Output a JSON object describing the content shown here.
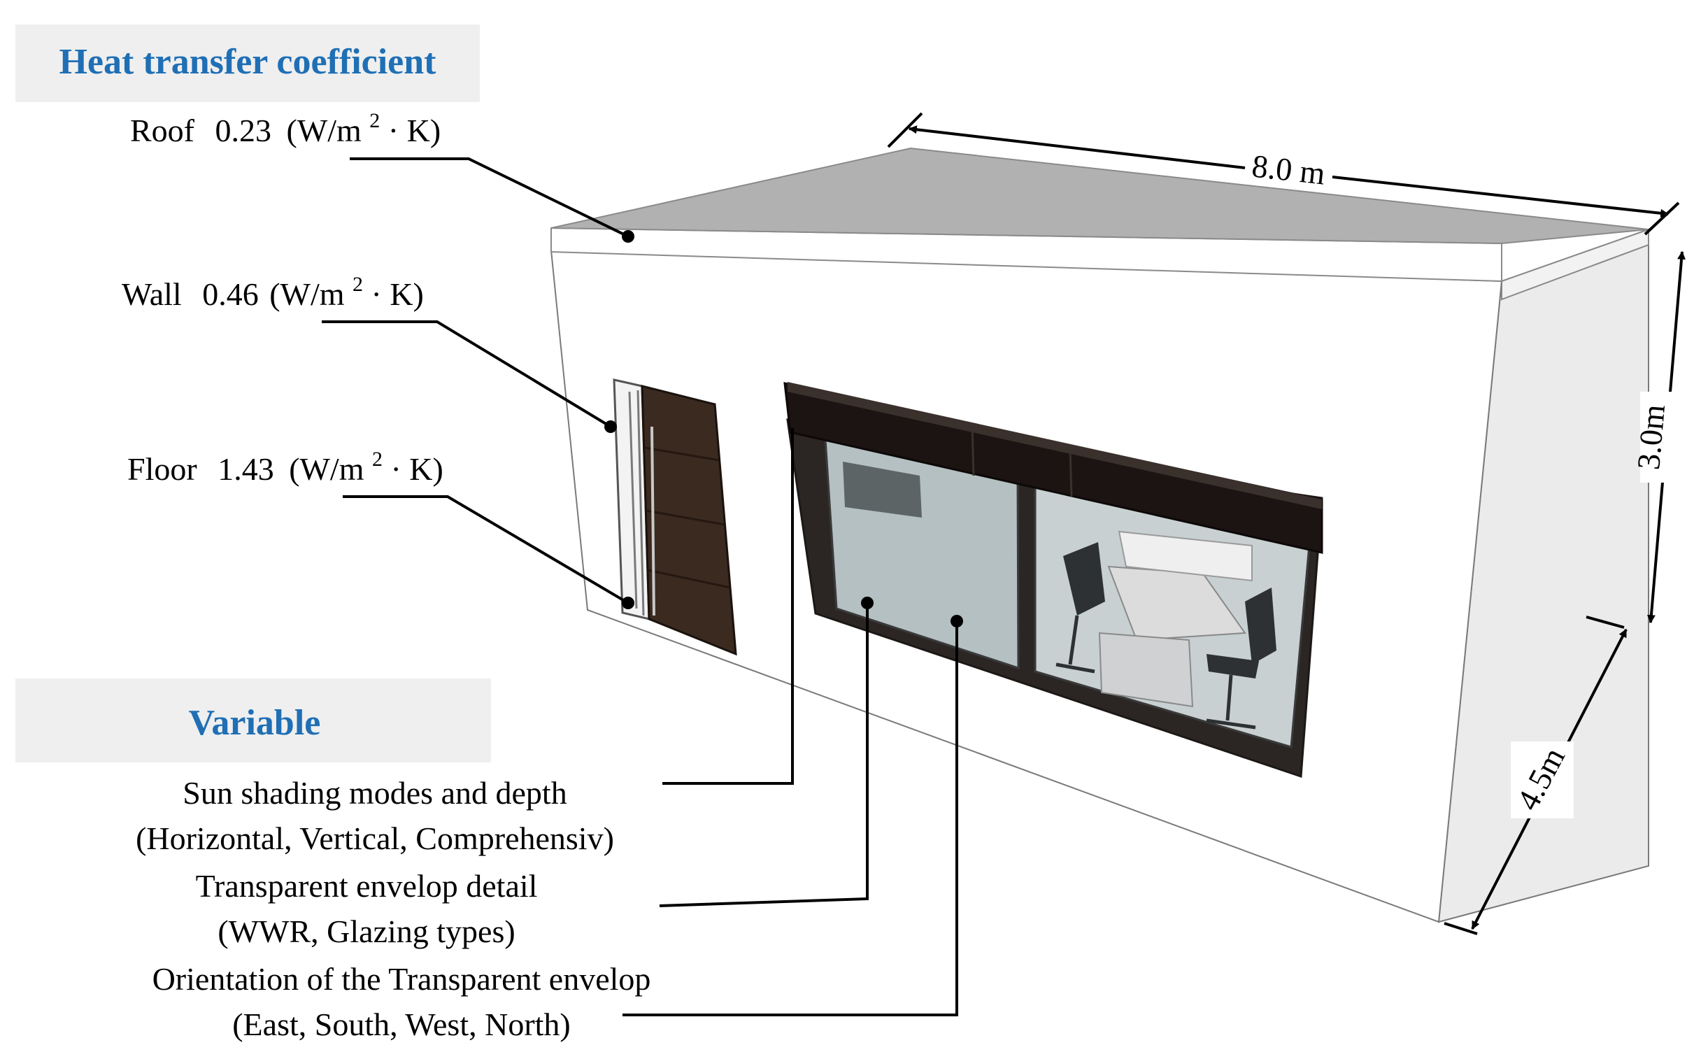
{
  "heat_section": {
    "title": "Heat transfer coefficient",
    "roof": {
      "label": "Roof",
      "value": "0.23",
      "unit_pre": "(W/m",
      "unit_sup": "2",
      "unit_post": "· K)"
    },
    "wall": {
      "label": "Wall",
      "value": "0.46",
      "unit_pre": "(W/m",
      "unit_sup": "2",
      "unit_post": "· K)"
    },
    "floor": {
      "label": "Floor",
      "value": "1.43",
      "unit_pre": "(W/m",
      "unit_sup": "2",
      "unit_post": "· K)"
    }
  },
  "variable_section": {
    "title": "Variable",
    "items": [
      {
        "line1": "Sun shading modes and depth",
        "line2": "(Horizontal, Vertical, Comprehensiv)"
      },
      {
        "line1": "Transparent envelop detail",
        "line2": "(WWR, Glazing types)"
      },
      {
        "line1": "Orientation of the Transparent envelop",
        "line2": "(East, South, West, North)"
      }
    ]
  },
  "dimensions": {
    "length": "8.0 m",
    "height": "3.0m",
    "depth": "4.5m"
  },
  "colors": {
    "title_blue": "#1f6fb5",
    "label_box": "#efefef",
    "roof": "#b1b1b1",
    "wall": "#ffffff",
    "door": "#3b2a20",
    "shade": "#1b1412",
    "glass": "#b4c0c2"
  }
}
